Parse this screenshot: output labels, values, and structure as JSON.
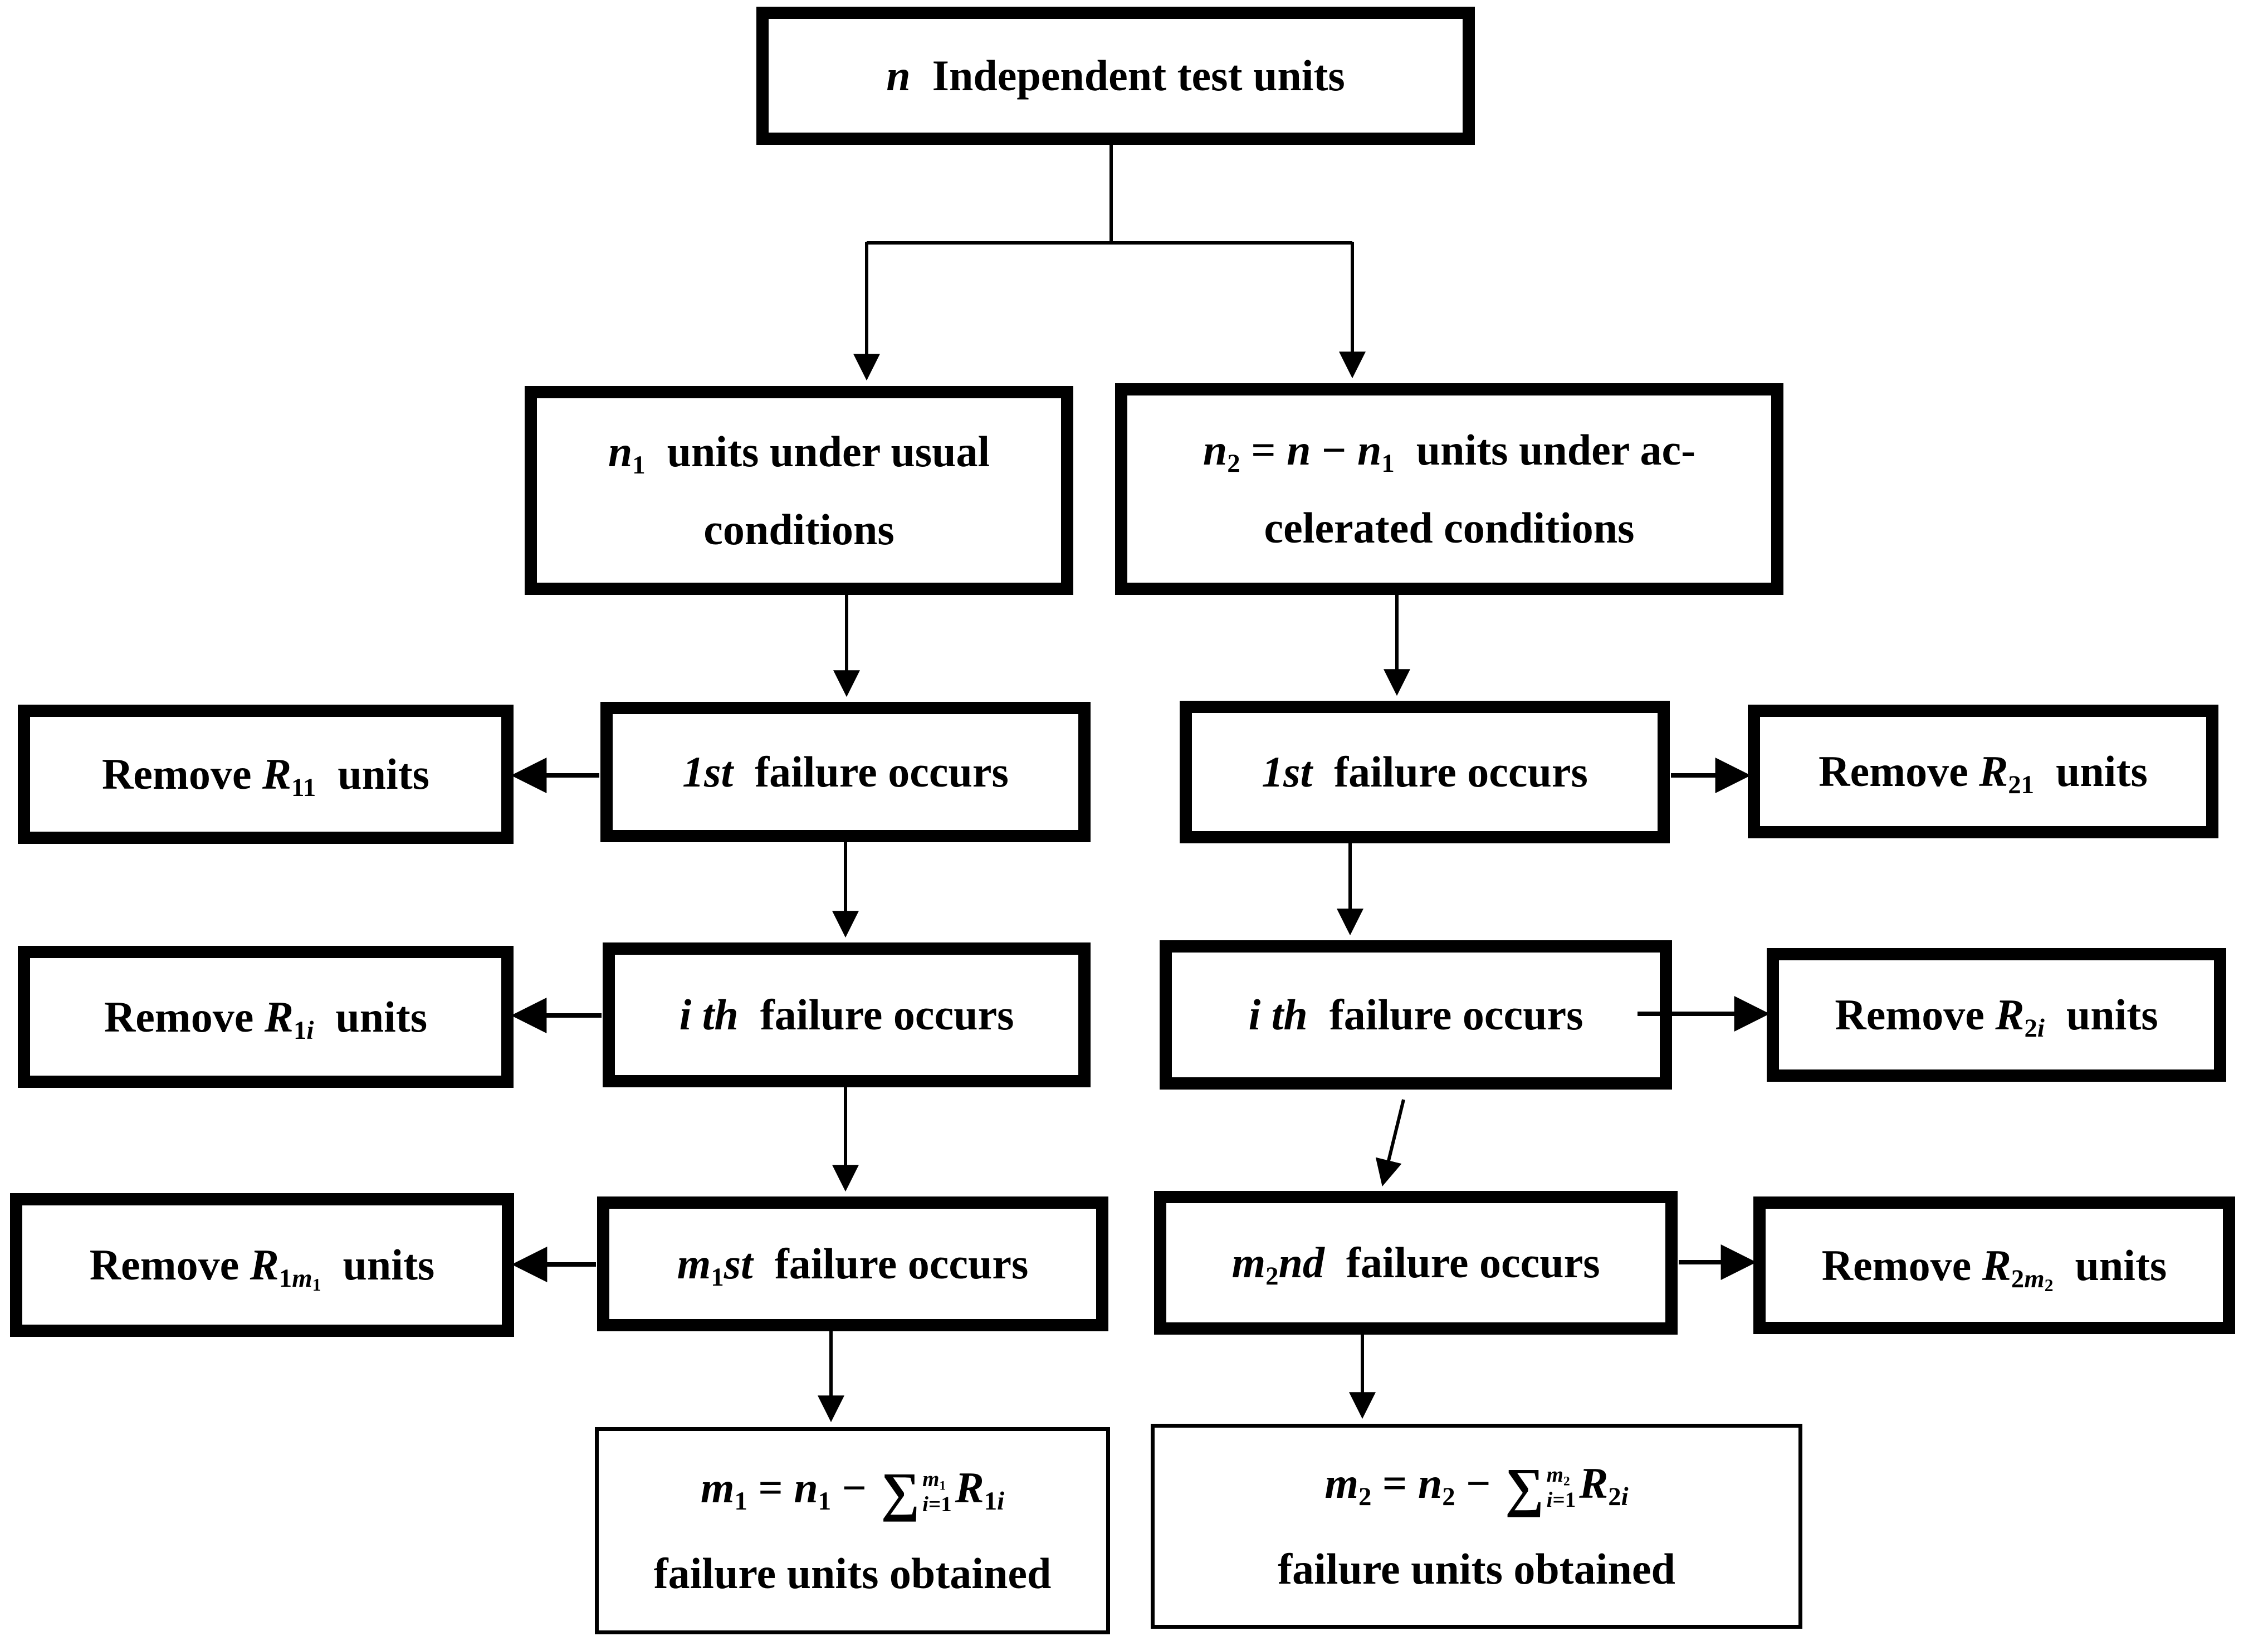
{
  "colors": {
    "ink": "#000000",
    "paper": "#ffffff"
  },
  "boxes": {
    "root": {
      "v": "n",
      "rest": "  Independent test units"
    },
    "usual": {
      "v": "n",
      "vsub": "1",
      "rest": "  units under usual",
      "line2": "conditions"
    },
    "accel": {
      "v1": "n",
      "v1sub": "2",
      "op1": " = ",
      "v2": "n",
      "op2": " − ",
      "v3": "n",
      "v3sub": "1",
      "rest": "  units under ac-",
      "line2": "celerated conditions"
    },
    "fail_1_left": {
      "v": "1st",
      "vsub": "",
      "ord": "",
      "rest": "  failure occurs"
    },
    "fail_i_left": {
      "v": "i th",
      "vsub": "",
      "ord": "",
      "rest": "  failure occurs"
    },
    "fail_m_left": {
      "v": "m",
      "vsub": "1",
      "ord": "st",
      "rest": "  failure occurs"
    },
    "fail_1_right": {
      "v": "1st",
      "vsub": "",
      "ord": "",
      "rest": "  failure occurs"
    },
    "fail_i_right": {
      "v": "i th",
      "vsub": "",
      "ord": "",
      "rest": "  failure occurs"
    },
    "fail_m_right": {
      "v": "m",
      "vsub": "2",
      "ord": "nd",
      "rest": "  failure occurs"
    },
    "remove_11": {
      "pre": "Remove ",
      "v": "R",
      "sub_d": "11",
      "sub_v": "",
      "subsub": "",
      "post": "  units"
    },
    "remove_1i": {
      "pre": "Remove ",
      "v": "R",
      "sub_d": "1",
      "sub_v": "i",
      "subsub": "",
      "post": "  units"
    },
    "remove_1m": {
      "pre": "Remove ",
      "v": "R",
      "sub_d": "1",
      "sub_v": "m",
      "subsub": "1",
      "post": "  units"
    },
    "remove_21": {
      "pre": "Remove ",
      "v": "R",
      "sub_d": "21",
      "sub_v": "",
      "subsub": "",
      "post": "  units"
    },
    "remove_2i": {
      "pre": "Remove ",
      "v": "R",
      "sub_d": "2",
      "sub_v": "i",
      "subsub": "",
      "post": "  units"
    },
    "remove_2m": {
      "pre": "Remove ",
      "v": "R",
      "sub_d": "2",
      "sub_v": "m",
      "subsub": "2",
      "post": "  units"
    },
    "result_left": {
      "lhs": "m",
      "lhs_sub": "1",
      "eq": " = ",
      "rhs": "n",
      "rhs_sub": "1",
      "minus": " − ",
      "sigma": "∑",
      "lim_top_v": "m",
      "lim_top_sub": "1",
      "lim_bot_v": "i",
      "lim_bot_rest": "=1",
      "r": "R",
      "r_sub_d": "1",
      "r_sub_v": "i",
      "line2": "failure units obtained"
    },
    "result_right": {
      "lhs": "m",
      "lhs_sub": "2",
      "eq": " = ",
      "rhs": "n",
      "rhs_sub": "2",
      "minus": " − ",
      "sigma": "∑",
      "lim_top_v": "m",
      "lim_top_sub": "2",
      "lim_bot_v": "i",
      "lim_bot_rest": "=1",
      "r": "R",
      "r_sub_d": "2",
      "r_sub_v": "i",
      "line2": "failure units obtained"
    }
  }
}
